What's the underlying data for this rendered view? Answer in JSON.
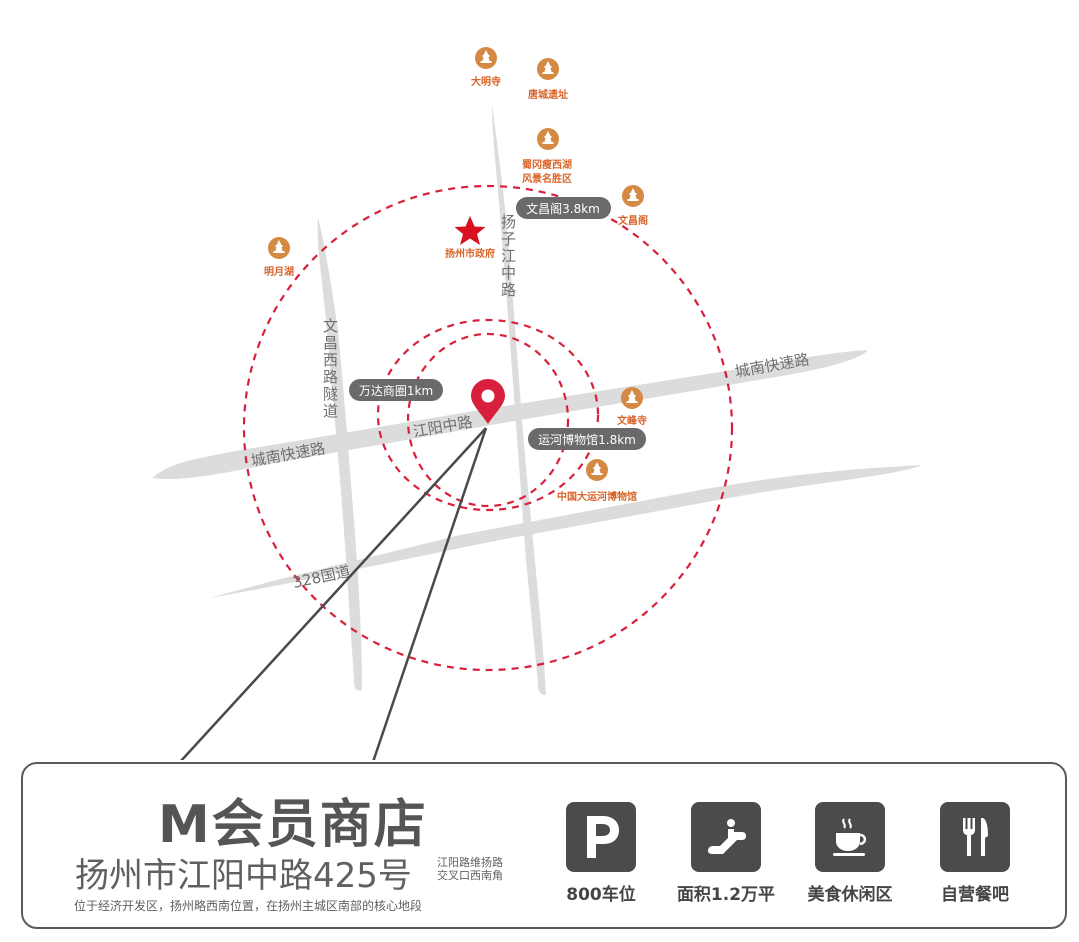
{
  "map": {
    "roads": {
      "chengnan_expressway_left": "城南快速路",
      "chengnan_expressway_right": "城南快速路",
      "jiangyang_middle_road": "江阳中路",
      "route_328": "328国道",
      "wenchang_west_tunnel": "文昌西路隧道",
      "yangzijiang_middle_road": "扬子江中路"
    },
    "pois": [
      {
        "name": "大明寺"
      },
      {
        "name": "唐城遗址"
      },
      {
        "name": "蜀冈瘦西湖",
        "name2": "风景名胜区"
      },
      {
        "name": "文昌阁"
      },
      {
        "name": "明月湖"
      },
      {
        "name": "文峰寺"
      },
      {
        "name": "中国大运河博物馆"
      }
    ],
    "government": "扬州市政府",
    "distance_labels": {
      "wenchangge": "文昌阁3.8km",
      "wanda": "万达商圈1km",
      "canal_museum": "运河博物馆1.8km"
    },
    "colors": {
      "radius_ring": "#d8203a",
      "pin": "#d81f3d",
      "poi_icon": "#d58a44",
      "road": "#dcdcdc",
      "callout_line": "#4a4a4a"
    }
  },
  "store": {
    "name": "M会员商店",
    "address": "扬州市江阳中路425号",
    "address_note_line1": "江阳路维扬路",
    "address_note_line2": "交叉口西南角",
    "location_desc": "位于经济开发区，扬州略西南位置，在扬州主城区南部的核心地段"
  },
  "features": [
    {
      "icon": "parking-icon",
      "label": "800车位"
    },
    {
      "icon": "escalator-icon",
      "label": "面积1.2万平"
    },
    {
      "icon": "coffee-icon",
      "label": "美食休闲区"
    },
    {
      "icon": "utensils-icon",
      "label": "自营餐吧"
    }
  ]
}
